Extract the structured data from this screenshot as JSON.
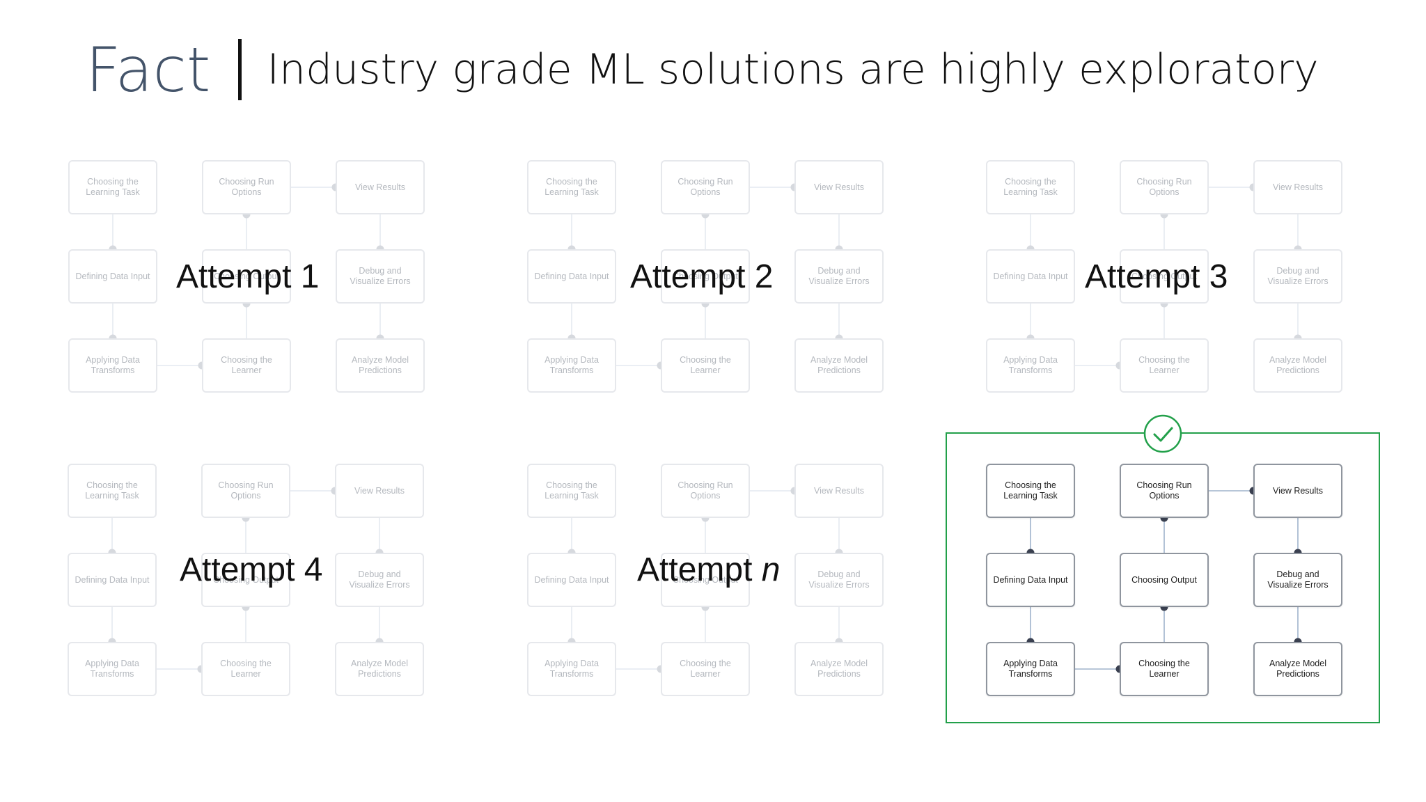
{
  "slide": {
    "title_prefix": "Fact",
    "title_text": "Industry grade ML solutions are highly exploratory"
  },
  "colors": {
    "faded_box_border": "#e6e8ec",
    "faded_text": "#b4b8be",
    "active_box_border": "#8f959e",
    "active_node": "#3a4050",
    "success_green": "#22a04a",
    "title_fact": "#44546a"
  },
  "diagrams": [
    {
      "state": "faded",
      "label": "Attempt 1",
      "boxes": [
        "Choosing the Learning Task",
        "Choosing Run Options",
        "View Results",
        "Defining Data Input",
        "Choosing Output",
        "Debug and Visualize Errors",
        "Applying Data Transforms",
        "Choosing the Learner",
        "Analyze Model Predictions"
      ]
    },
    {
      "state": "faded",
      "label": "Attempt 2",
      "boxes": [
        "Choosing the Learning Task",
        "Choosing Run Options",
        "View Results",
        "Defining Data Input",
        "Choosing Output",
        "Debug and Visualize Errors",
        "Applying Data Transforms",
        "Choosing the Learner",
        "Analyze Model Predictions"
      ]
    },
    {
      "state": "faded",
      "label": "Attempt 3",
      "boxes": [
        "Choosing the Learning Task",
        "Choosing Run Options",
        "View Results",
        "Defining Data Input",
        "Choosing Output",
        "Debug and Visualize Errors",
        "Applying Data Transforms",
        "Choosing the Learner",
        "Analyze Model Predictions"
      ]
    },
    {
      "state": "faded",
      "label": "Attempt 4",
      "boxes": [
        "Choosing the Learning Task",
        "Choosing Run Options",
        "View Results",
        "Defining Data Input",
        "Choosing Output",
        "Debug and Visualize Errors",
        "Applying Data Transforms",
        "Choosing the Learner",
        "Analyze Model Predictions"
      ]
    },
    {
      "state": "faded",
      "label_prefix": "Attempt ",
      "label_suffix": "n",
      "boxes": [
        "Choosing the Learning Task",
        "Choosing Run Options",
        "View Results",
        "Defining Data Input",
        "Choosing Output",
        "Debug and Visualize Errors",
        "Applying Data Transforms",
        "Choosing the Learner",
        "Analyze Model Predictions"
      ]
    },
    {
      "state": "active",
      "boxes": [
        "Choosing the Learning Task",
        "Choosing Run Options",
        "View Results",
        "Defining Data Input",
        "Choosing Output",
        "Debug and Visualize Errors",
        "Applying Data Transforms",
        "Choosing the Learner",
        "Analyze Model Predictions"
      ]
    }
  ],
  "success_mark": {
    "icon": "checkmark-circle-icon"
  }
}
